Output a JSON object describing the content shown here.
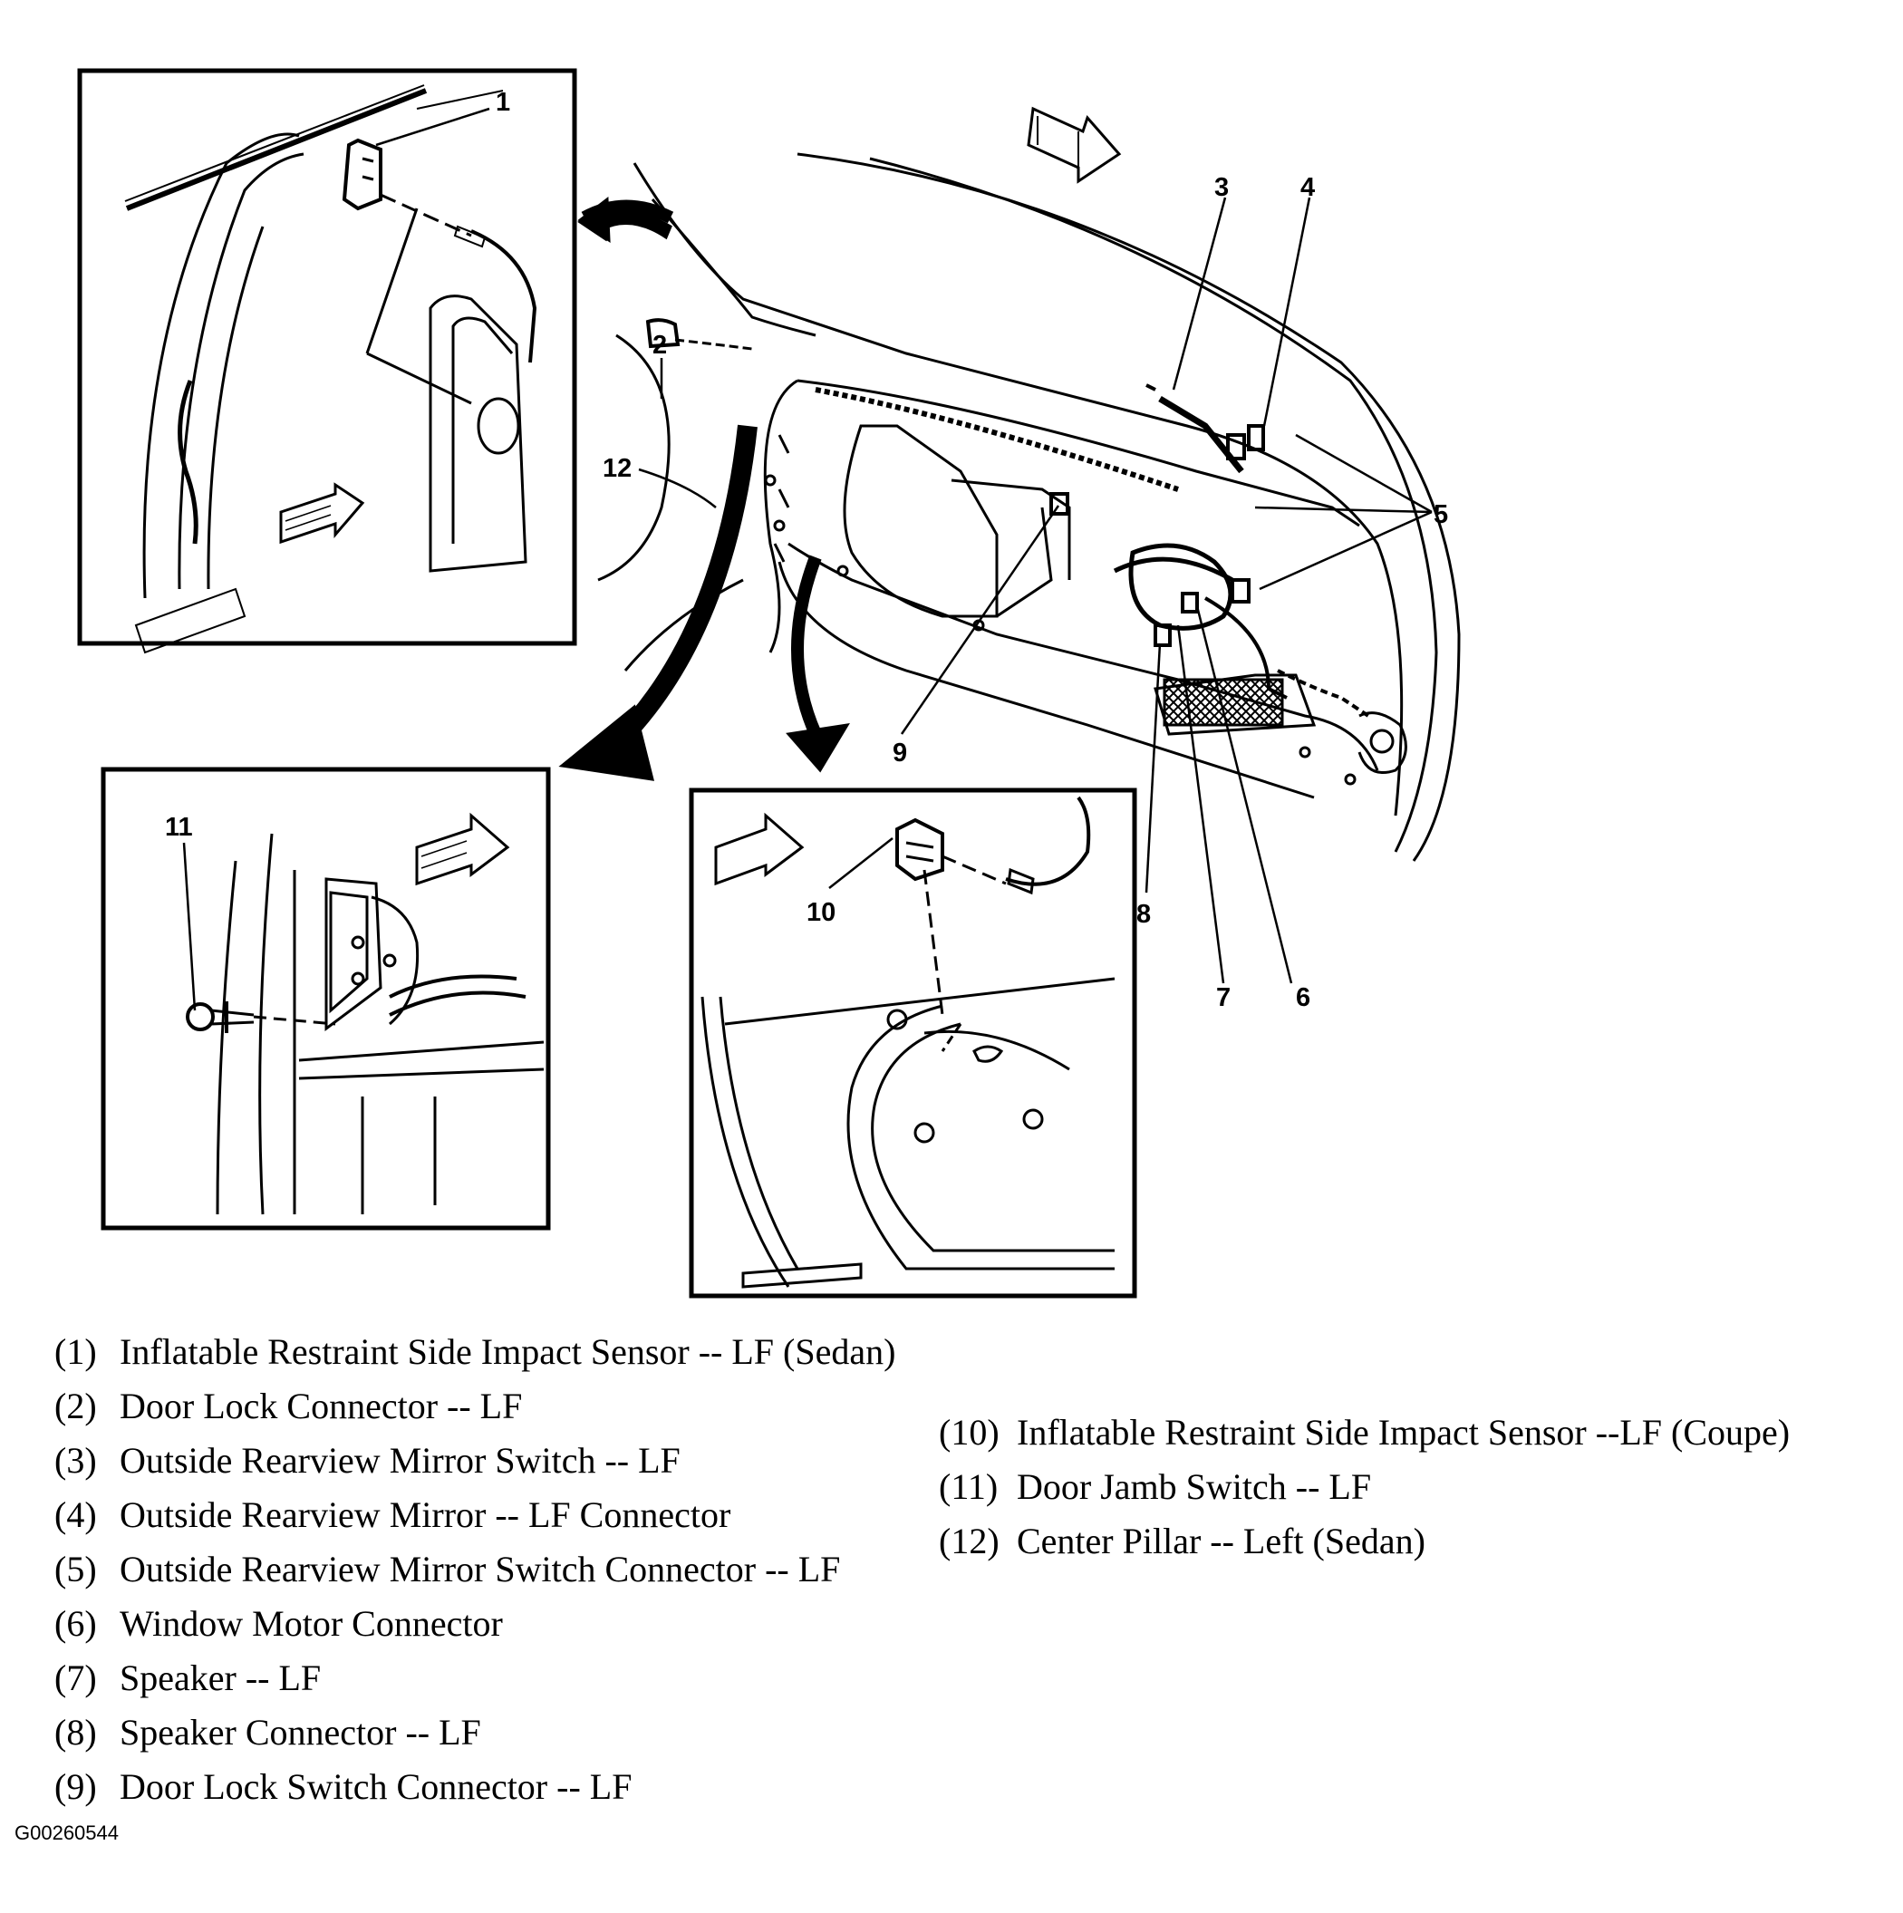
{
  "callouts": {
    "c1": "1",
    "c2": "2",
    "c3": "3",
    "c4": "4",
    "c5": "5",
    "c6": "6",
    "c7": "7",
    "c8": "8",
    "c9": "9",
    "c10": "10",
    "c11": "11",
    "c12": "12"
  },
  "legend_left": [
    {
      "num": "(1)",
      "text": "Inflatable Restraint Side Impact Sensor -- LF (Sedan)"
    },
    {
      "num": "(2)",
      "text": "Door Lock Connector -- LF"
    },
    {
      "num": "(3)",
      "text": "Outside Rearview Mirror Switch -- LF"
    },
    {
      "num": "(4)",
      "text": "Outside Rearview Mirror -- LF Connector"
    },
    {
      "num": "(5)",
      "text": "Outside Rearview Mirror Switch Connector -- LF"
    },
    {
      "num": "(6)",
      "text": "Window Motor Connector"
    },
    {
      "num": "(7)",
      "text": "Speaker -- LF"
    },
    {
      "num": "(8)",
      "text": "Speaker Connector -- LF"
    },
    {
      "num": "(9)",
      "text": "Door Lock Switch Connector -- LF"
    }
  ],
  "legend_right": [
    {
      "num": "(10)",
      "text": "Inflatable Restraint Side Impact Sensor --LF (Coupe)"
    },
    {
      "num": "(11)",
      "text": "Door Jamb Switch -- LF"
    },
    {
      "num": "(12)",
      "text": "Center Pillar -- Left (Sedan)"
    }
  ],
  "figure_id": "G00260544"
}
